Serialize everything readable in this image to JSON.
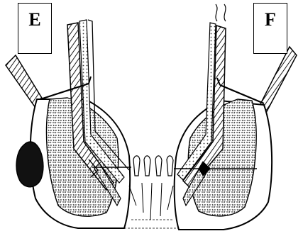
{
  "panels": [
    {
      "label": "E",
      "side": "left"
    },
    {
      "label": "F",
      "side": "right"
    }
  ],
  "colors": {
    "ink": "#000000",
    "paper": "#ffffff",
    "tissue_hatch": "#555555"
  }
}
